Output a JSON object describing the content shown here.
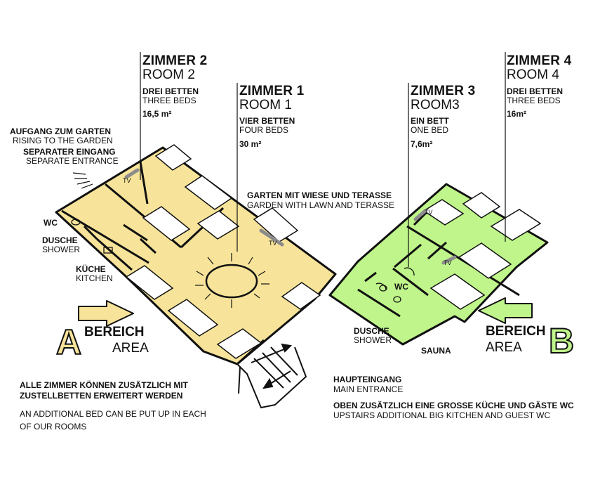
{
  "rooms": {
    "room2": {
      "de": "ZIMMER 2",
      "en": "ROOM 2",
      "beds_de": "DREI BETTEN",
      "beds_en": "THREE BEDS",
      "size": "16,5 m²"
    },
    "room1": {
      "de": "ZIMMER 1",
      "en": "ROOM 1",
      "beds_de": "VIER BETTEN",
      "beds_en": "FOUR BEDS",
      "size": "30 m²"
    },
    "room3": {
      "de": "ZIMMER 3",
      "en": "ROOM3",
      "beds_de": "EIN BETT",
      "beds_en": "ONE BED",
      "size": "7,6m²"
    },
    "room4": {
      "de": "ZIMMER 4",
      "en": "ROOM 4",
      "beds_de": "DREI BETTEN",
      "beds_en": "THREE BEDS",
      "size": "16m²"
    }
  },
  "labels": {
    "garden_rise_de": "AUFGANG ZUM GARTEN",
    "garden_rise_en": "RISING TO THE GARDEN",
    "sep_entry_de": "SEPARATER EINGANG",
    "sep_entry_en": "SEPARATE ENTRANCE",
    "wc_left": "WC",
    "shower_left_de": "DUSCHE",
    "shower_left_en": "SHOWER",
    "kitchen_de": "KÜCHE",
    "kitchen_en": "KITCHEN",
    "garden_de": "GARTEN MIT WIESE UND TERASSE",
    "garden_en": "GARDEN WITH LAWN AND TERASSE",
    "wc_right": "WC",
    "shower_right_de": "DUSCHE",
    "shower_right_en": "SHOWER",
    "sauna": "SAUNA",
    "tv": "TV"
  },
  "areas": {
    "a": {
      "bereich": "BEREICH",
      "area": "AREA",
      "letter": "A",
      "color": "#f7e49a"
    },
    "b": {
      "bereich": "BEREICH",
      "area": "AREA",
      "letter": "B",
      "color": "#bff58a"
    }
  },
  "notes": {
    "extra_beds_de_1": "ALLE ZIMMER KÖNNEN ZUSÄTZLICH MIT",
    "extra_beds_de_2": "ZUSTELLBETTEN ERWEITERT WERDEN",
    "extra_beds_en_1": "AN ADDITIONAL BED CAN BE PUT UP IN EACH",
    "extra_beds_en_2": "OF OUR ROOMS",
    "main_entry_de": "HAUPTEINGANG",
    "main_entry_en": "MAIN ENTRANCE",
    "upstairs_de": "OBEN ZUSÄTZLICH EINE GROSSE KÜCHE UND GÄSTE WC",
    "upstairs_en": "UPSTAIRS ADDITIONAL BIG KITCHEN AND GUEST WC"
  },
  "colors": {
    "area_a_fill": "#f7e49a",
    "area_b_fill": "#bff58a",
    "wall": "#111111",
    "tv_bar": "#8c8c8c"
  }
}
